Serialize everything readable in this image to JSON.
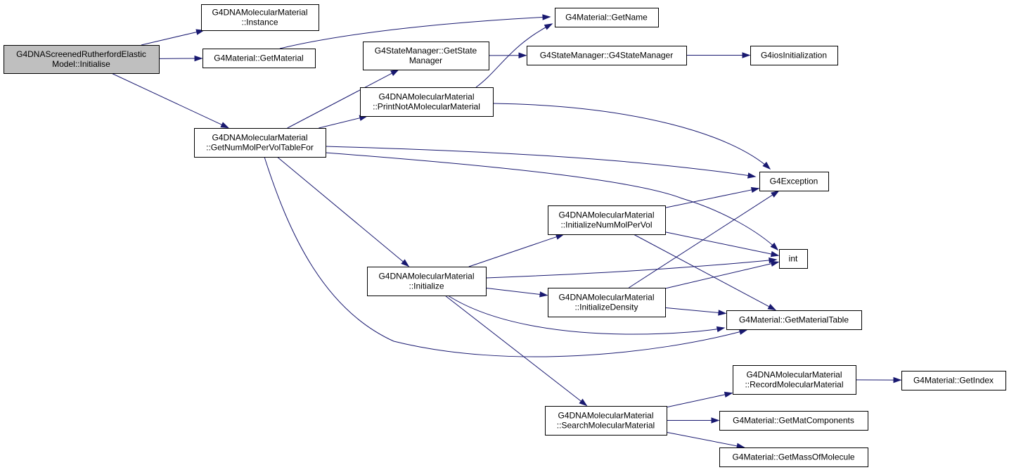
{
  "colors": {
    "edge": "#191970",
    "root_fill": "#bfbfbf",
    "node_fill": "#ffffff"
  },
  "nodes": [
    {
      "id": "n1",
      "lines": [
        "G4DNAScreenedRutherfordElastic",
        "Model::Initialise"
      ],
      "root": true
    },
    {
      "id": "n2",
      "lines": [
        "G4DNAMolecularMaterial",
        "::Instance"
      ]
    },
    {
      "id": "n3",
      "lines": [
        "G4Material::GetMaterial"
      ]
    },
    {
      "id": "n4",
      "lines": [
        "G4DNAMolecularMaterial",
        "::GetNumMolPerVolTableFor"
      ]
    },
    {
      "id": "n5",
      "lines": [
        "G4Material::GetName"
      ]
    },
    {
      "id": "n6",
      "lines": [
        "G4StateManager::GetState",
        "Manager"
      ]
    },
    {
      "id": "n7",
      "lines": [
        "G4DNAMolecularMaterial",
        "::PrintNotAMolecularMaterial"
      ]
    },
    {
      "id": "n8",
      "lines": [
        "G4DNAMolecularMaterial",
        "::Initialize"
      ]
    },
    {
      "id": "n9",
      "lines": [
        "G4StateManager::G4StateManager"
      ]
    },
    {
      "id": "n10",
      "lines": [
        "G4iosInitialization"
      ]
    },
    {
      "id": "n11",
      "lines": [
        "G4Exception"
      ]
    },
    {
      "id": "n12",
      "lines": [
        "int"
      ]
    },
    {
      "id": "n13",
      "lines": [
        "G4DNAMolecularMaterial",
        "::InitializeNumMolPerVol"
      ]
    },
    {
      "id": "n14",
      "lines": [
        "G4DNAMolecularMaterial",
        "::InitializeDensity"
      ]
    },
    {
      "id": "n15",
      "lines": [
        "G4Material::GetMaterialTable"
      ]
    },
    {
      "id": "n16",
      "lines": [
        "G4DNAMolecularMaterial",
        "::SearchMolecularMaterial"
      ]
    },
    {
      "id": "n17",
      "lines": [
        "G4DNAMolecularMaterial",
        "::RecordMolecularMaterial"
      ]
    },
    {
      "id": "n18",
      "lines": [
        "G4Material::GetIndex"
      ]
    },
    {
      "id": "n19",
      "lines": [
        "G4Material::GetMatComponents"
      ]
    },
    {
      "id": "n20",
      "lines": [
        "G4Material::GetMassOfMolecule"
      ]
    }
  ],
  "edges": [
    [
      "n1",
      "n2"
    ],
    [
      "n1",
      "n3"
    ],
    [
      "n1",
      "n4"
    ],
    [
      "n3",
      "n5"
    ],
    [
      "n4",
      "n6"
    ],
    [
      "n4",
      "n7"
    ],
    [
      "n4",
      "n11"
    ],
    [
      "n4",
      "n12"
    ],
    [
      "n4",
      "n8"
    ],
    [
      "n4",
      "n15"
    ],
    [
      "n6",
      "n9"
    ],
    [
      "n9",
      "n10"
    ],
    [
      "n7",
      "n5"
    ],
    [
      "n7",
      "n11"
    ],
    [
      "n8",
      "n13"
    ],
    [
      "n8",
      "n12"
    ],
    [
      "n8",
      "n14"
    ],
    [
      "n8",
      "n15"
    ],
    [
      "n8",
      "n16"
    ],
    [
      "n13",
      "n11"
    ],
    [
      "n13",
      "n12"
    ],
    [
      "n13",
      "n15"
    ],
    [
      "n14",
      "n11"
    ],
    [
      "n14",
      "n12"
    ],
    [
      "n14",
      "n15"
    ],
    [
      "n16",
      "n17"
    ],
    [
      "n16",
      "n19"
    ],
    [
      "n16",
      "n20"
    ],
    [
      "n17",
      "n18"
    ]
  ]
}
